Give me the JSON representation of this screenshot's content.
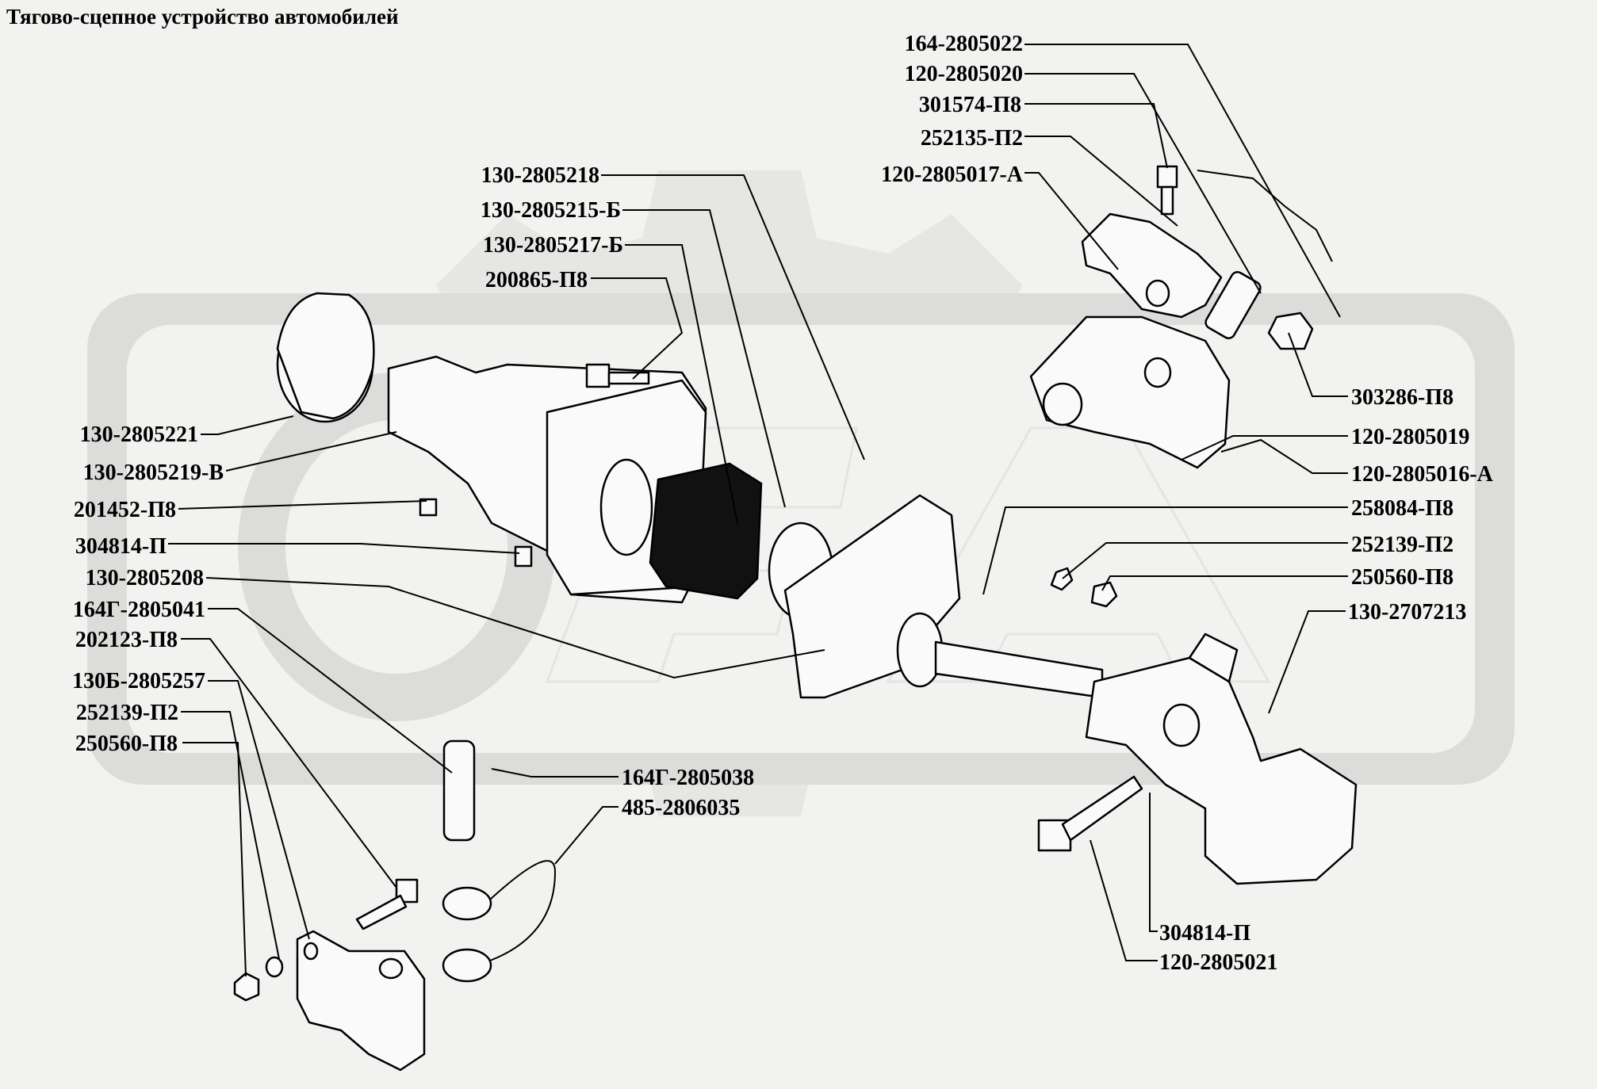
{
  "title": "Тягово-сцепное устройство автомобилей",
  "labels": [
    {
      "id": "p01",
      "text": "164-2805022"
    },
    {
      "id": "p02",
      "text": "120-2805020"
    },
    {
      "id": "p03",
      "text": "301574-П8"
    },
    {
      "id": "p04",
      "text": "252135-П2"
    },
    {
      "id": "p05",
      "text": "120-2805017-А"
    },
    {
      "id": "p06",
      "text": "130-2805218"
    },
    {
      "id": "p07",
      "text": "130-2805215-Б"
    },
    {
      "id": "p08",
      "text": "130-2805217-Б"
    },
    {
      "id": "p09",
      "text": "200865-П8"
    },
    {
      "id": "p10",
      "text": "130-2805221"
    },
    {
      "id": "p11",
      "text": "130-2805219-В"
    },
    {
      "id": "p12",
      "text": "201452-П8"
    },
    {
      "id": "p13",
      "text": "304814-П"
    },
    {
      "id": "p14",
      "text": "130-2805208"
    },
    {
      "id": "p15",
      "text": "164Г-2805041"
    },
    {
      "id": "p16",
      "text": "202123-П8"
    },
    {
      "id": "p17",
      "text": "130Б-2805257"
    },
    {
      "id": "p18",
      "text": "252139-П2"
    },
    {
      "id": "p19",
      "text": "250560-П8"
    },
    {
      "id": "p20",
      "text": "303286-П8"
    },
    {
      "id": "p21",
      "text": "120-2805019"
    },
    {
      "id": "p22",
      "text": "120-2805016-А"
    },
    {
      "id": "p23",
      "text": "258084-П8"
    },
    {
      "id": "p24",
      "text": "252139-П2"
    },
    {
      "id": "p25",
      "text": "250560-П8"
    },
    {
      "id": "p26",
      "text": "130-2707213"
    },
    {
      "id": "p27",
      "text": "164Г-2805038"
    },
    {
      "id": "p28",
      "text": "485-2806035"
    },
    {
      "id": "p29",
      "text": "304814-П"
    },
    {
      "id": "p30",
      "text": "120-2805021"
    }
  ]
}
